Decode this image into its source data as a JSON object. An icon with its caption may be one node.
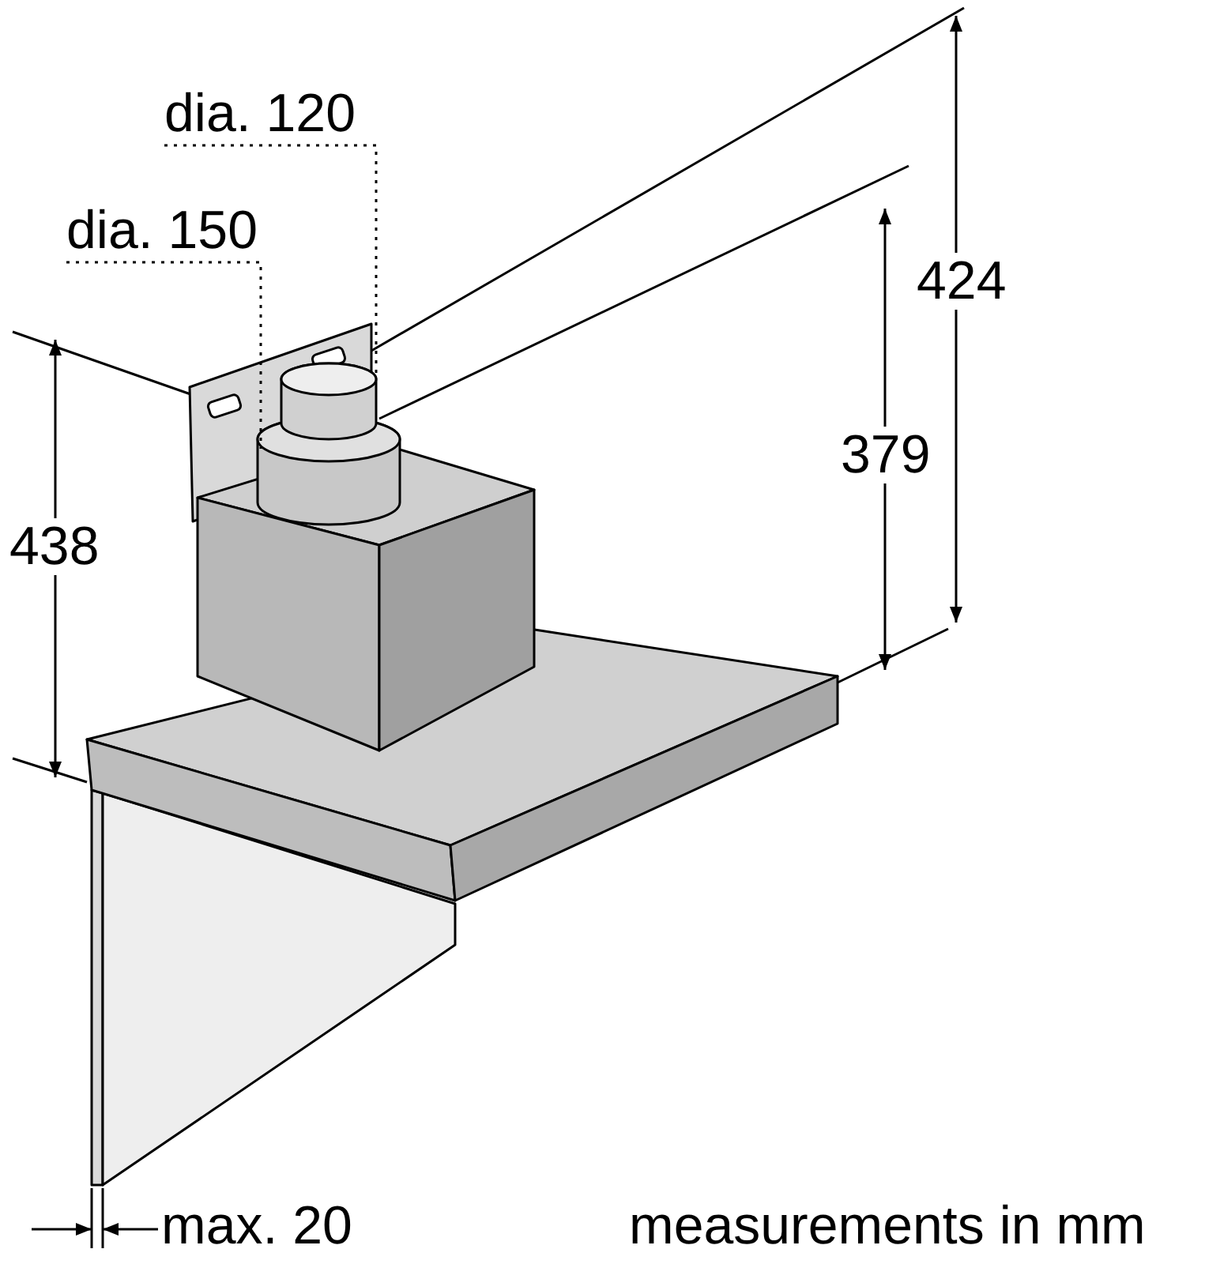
{
  "diagram": {
    "nodes": [
      {
        "text": [
          "dia. 120"
        ]
      },
      {
        "text": [
          "dia. 150"
        ]
      },
      {
        "text": [],
        "shape": "cylinder"
      },
      {
        "text": [],
        "shape": "cylinder"
      }
    ],
    "edges": [
      {
        "from": 0,
        "to": 2,
        "arrow": "none",
        "style": "dashed"
      },
      {
        "from": 1,
        "to": 3,
        "arrow": "none",
        "style": "dashed"
      }
    ],
    "labels": [
      "424",
      "379",
      "438",
      "max. 20",
      "measurements in mm"
    ]
  }
}
